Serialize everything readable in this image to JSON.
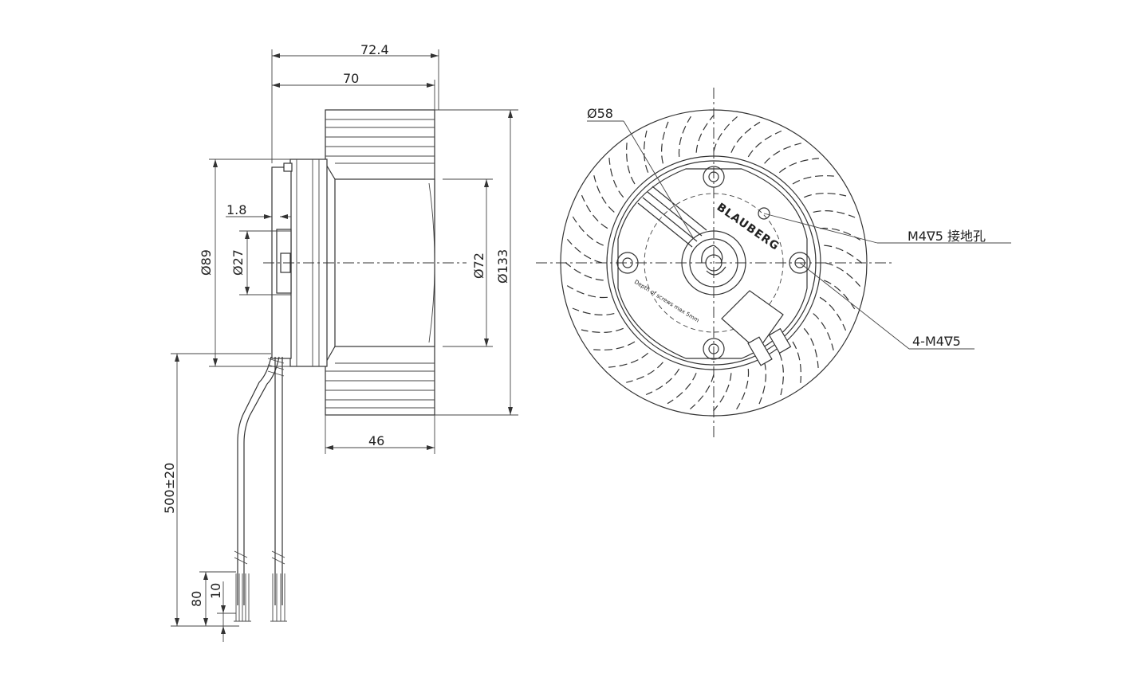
{
  "dimensions": {
    "overall_depth": "72.4",
    "housing_depth": "70",
    "flange_thickness": "1.8",
    "hub_diameter": "Ø27",
    "motor_diameter": "Ø89",
    "rotor_inner_diameter": "Ø72",
    "impeller_diameter": "Ø133",
    "blade_width": "46",
    "cable_length": "500±20",
    "strip_length_80": "80",
    "strip_length_10": "10",
    "pitch_circle": "Ø58"
  },
  "callouts": {
    "ground_hole": "M4∇5 接地孔",
    "mounting_holes": "4-M4∇5"
  },
  "label_texts": {
    "brand": "BLAUBERG",
    "screw_note": "Depth of screws max 5mm"
  }
}
